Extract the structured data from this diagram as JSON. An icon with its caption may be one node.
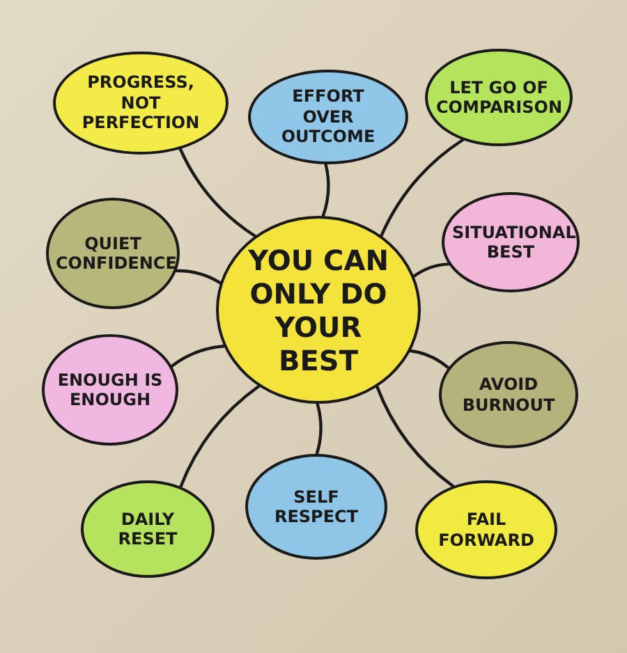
{
  "diagram": {
    "nodes": [
      {
        "text": [
          "YOU CAN ONLY DO YOUR BEST"
        ]
      },
      {
        "text": [
          "PROGRESS, NOT PERFECTION"
        ]
      },
      {
        "text": [
          "EFFORT OVER OUTCOME"
        ]
      },
      {
        "text": [
          "LET GO OF COMPARISON"
        ]
      },
      {
        "text": [
          "QUIET CONFIDENCE"
        ]
      },
      {
        "text": [
          "SITUATIONAL BEST"
        ]
      },
      {
        "text": [
          "ENOUGH IS ENOUGH"
        ]
      },
      {
        "text": [
          "AVOID BURNOUT"
        ]
      },
      {
        "text": [
          "DAILY RESET"
        ]
      },
      {
        "text": [
          "SELF RESPECT"
        ]
      },
      {
        "text": [
          "FAIL FORWARD"
        ]
      }
    ],
    "edges": [
      {
        "from": 0,
        "to": 1,
        "arrow": "none"
      },
      {
        "from": 0,
        "to": 2,
        "arrow": "none"
      },
      {
        "from": 0,
        "to": 3,
        "arrow": "none"
      },
      {
        "from": 0,
        "to": 4,
        "arrow": "none"
      },
      {
        "from": 0,
        "to": 5,
        "arrow": "none"
      },
      {
        "from": 0,
        "to": 6,
        "arrow": "none"
      },
      {
        "from": 0,
        "to": 7,
        "arrow": "none"
      },
      {
        "from": 0,
        "to": 8,
        "arrow": "none"
      },
      {
        "from": 0,
        "to": 9,
        "arrow": "none"
      },
      {
        "from": 0,
        "to": 10,
        "arrow": "none"
      }
    ]
  }
}
